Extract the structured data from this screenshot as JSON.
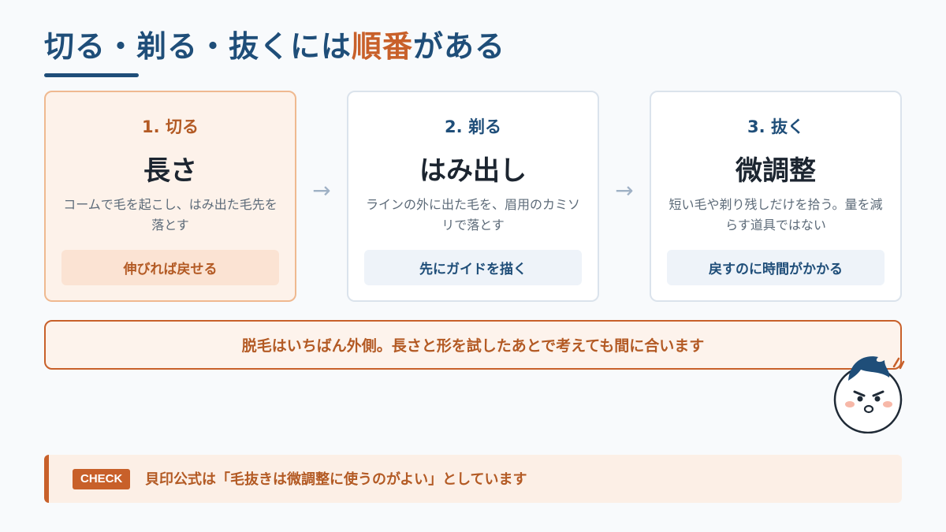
{
  "title": {
    "part1": "切る・剃る・抜くには",
    "accent": "順番",
    "part2": "がある"
  },
  "cards": [
    {
      "step": "1. 切る",
      "head": "長さ",
      "desc": "コームで毛を起こし、はみ出た毛先を落とす",
      "tag": "伸びれば戻せる"
    },
    {
      "step": "2. 剃る",
      "head": "はみ出し",
      "desc": "ラインの外に出た毛を、眉用のカミソリで落とす",
      "tag": "先にガイドを描く"
    },
    {
      "step": "3. 抜く",
      "head": "微調整",
      "desc": "短い毛や剃り残しだけを拾う。量を減らす道具ではない",
      "tag": "戻すのに時間がかかる"
    }
  ],
  "arrow_glyph": "→",
  "banner": "脱毛はいちばん外側。長さと形を試したあとで考えても間に合います",
  "check": {
    "badge": "CHECK",
    "text": "貝印公式は「毛抜きは微調整に使うのがよい」としています"
  },
  "colors": {
    "navy": "#1f4e79",
    "orange": "#c8602a",
    "background": "#f8fafc"
  },
  "icons": {
    "mascot": "angry-face-mascot-icon",
    "arrows": "arrow-right-icon"
  }
}
